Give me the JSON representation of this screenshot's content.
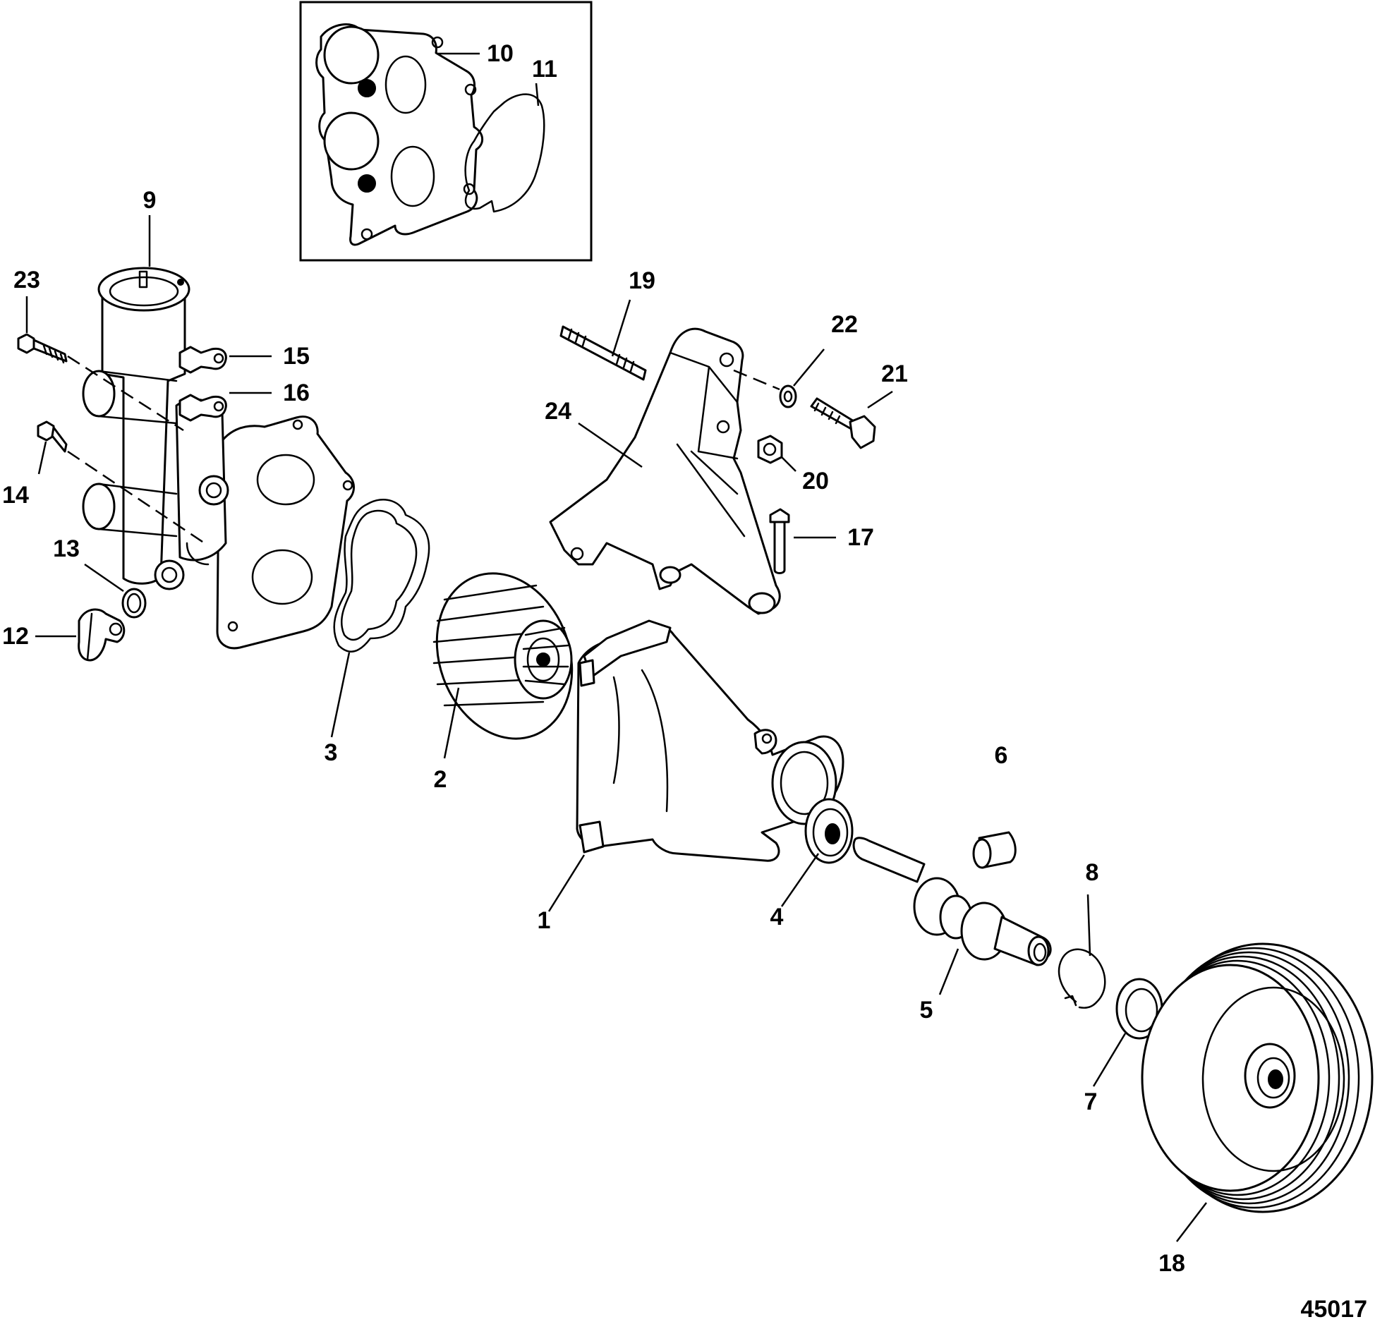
{
  "diagram": {
    "figure_number": "45017",
    "callouts": [
      {
        "id": "1",
        "label": "1"
      },
      {
        "id": "2",
        "label": "2"
      },
      {
        "id": "3",
        "label": "3"
      },
      {
        "id": "4",
        "label": "4"
      },
      {
        "id": "5",
        "label": "5"
      },
      {
        "id": "6",
        "label": "6"
      },
      {
        "id": "7",
        "label": "7"
      },
      {
        "id": "8",
        "label": "8"
      },
      {
        "id": "9",
        "label": "9"
      },
      {
        "id": "10",
        "label": "10"
      },
      {
        "id": "11",
        "label": "11"
      },
      {
        "id": "12",
        "label": "12"
      },
      {
        "id": "13",
        "label": "13"
      },
      {
        "id": "14",
        "label": "14"
      },
      {
        "id": "15",
        "label": "15"
      },
      {
        "id": "16",
        "label": "16"
      },
      {
        "id": "17",
        "label": "17"
      },
      {
        "id": "18",
        "label": "18"
      },
      {
        "id": "19",
        "label": "19"
      },
      {
        "id": "20",
        "label": "20"
      },
      {
        "id": "21",
        "label": "21"
      },
      {
        "id": "22",
        "label": "22"
      },
      {
        "id": "23",
        "label": "23"
      },
      {
        "id": "24",
        "label": "24"
      }
    ]
  }
}
